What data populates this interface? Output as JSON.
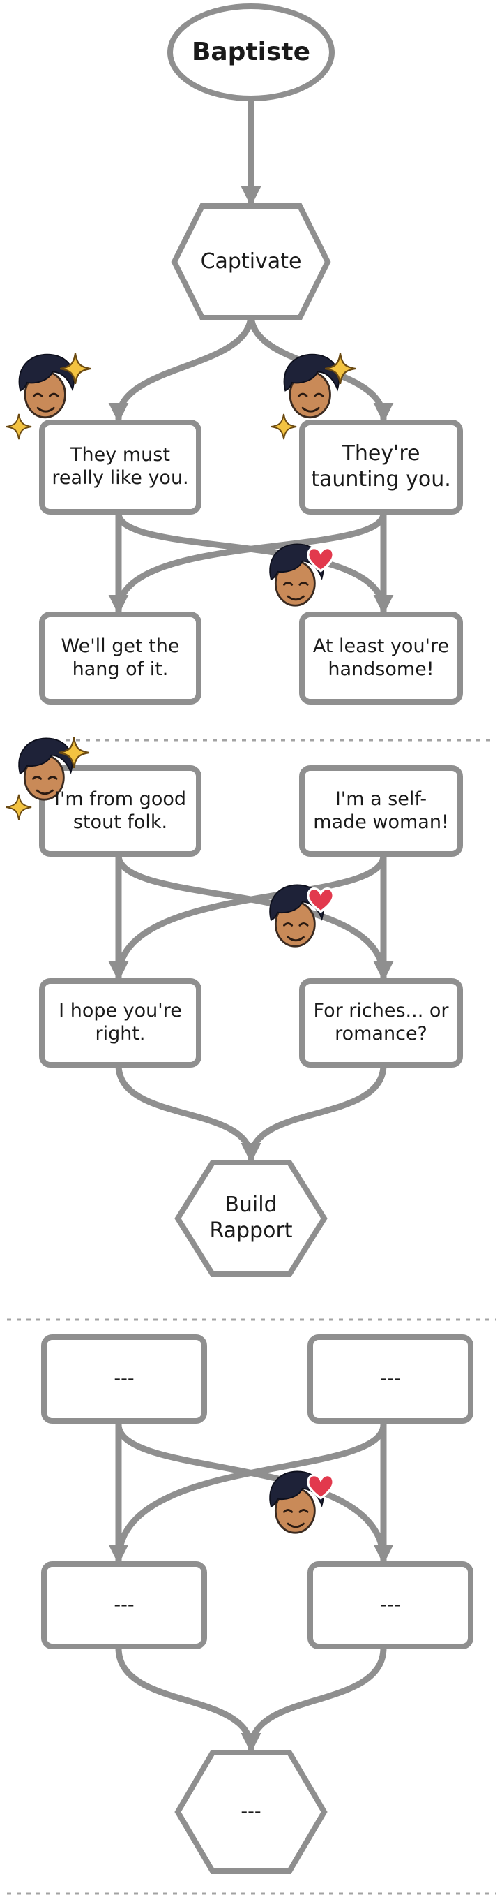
{
  "start": {
    "label": "Baptiste"
  },
  "section1": {
    "action": "Captivate",
    "responses": [
      "They must\nreally like you.",
      "They're\ntaunting you."
    ],
    "outcomes": [
      "We'll get the\nhang of it.",
      "At least you're\nhandsome!"
    ]
  },
  "section2": {
    "responses": [
      "I'm from good\nstout folk.",
      "I'm a self-\nmade woman!"
    ],
    "outcomes": [
      "I hope you're\nright.",
      "For riches... or\nromance?"
    ],
    "result": "Build\nRapport"
  },
  "section3": {
    "responses": [
      "---",
      "---"
    ],
    "outcomes": [
      "---",
      "---"
    ],
    "result": "---"
  },
  "icons": {
    "approve": "character-sparkle-icon",
    "love": "character-heart-icon"
  },
  "colors": {
    "stroke": "#8f8f8f",
    "divider": "#a3a3a3",
    "hair": "#1e2238",
    "skin": "#c98a58",
    "sparkle": "#f3c341",
    "heart": "#e2394d"
  }
}
